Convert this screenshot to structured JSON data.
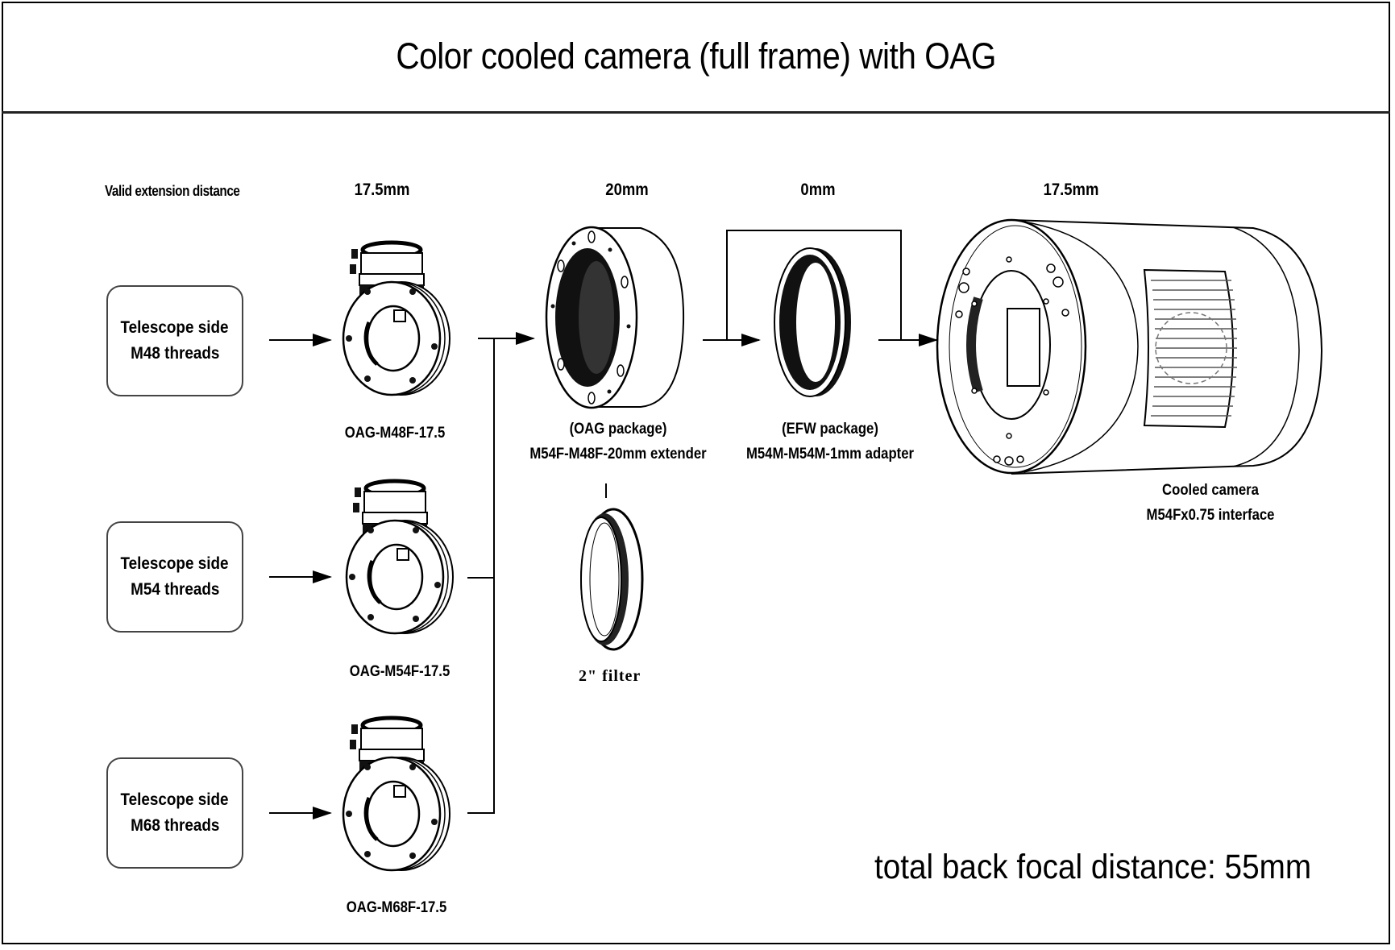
{
  "title": "Color cooled camera (full frame) with OAG",
  "distance_row": {
    "header": "Valid extension distance",
    "values": [
      "17.5mm",
      "20mm",
      "0mm",
      "17.5mm"
    ]
  },
  "telescope_sides": [
    {
      "line1": "Telescope side",
      "line2": "M48 threads",
      "oag_model": "OAG-M48F-17.5"
    },
    {
      "line1": "Telescope side",
      "line2": "M54 threads",
      "oag_model": "OAG-M54F-17.5"
    },
    {
      "line1": "Telescope side",
      "line2": "M68 threads",
      "oag_model": "OAG-M68F-17.5"
    }
  ],
  "components": {
    "extender": {
      "package": "(OAG package)",
      "name": "M54F-M48F-20mm extender"
    },
    "adapter": {
      "package": "(EFW package)",
      "name": "M54M-M54M-1mm adapter"
    },
    "camera": {
      "line1": "Cooled camera",
      "line2": "M54Fx0.75 interface"
    },
    "filter": {
      "name": "2\" filter"
    }
  },
  "total": "total back focal distance: 55mm"
}
